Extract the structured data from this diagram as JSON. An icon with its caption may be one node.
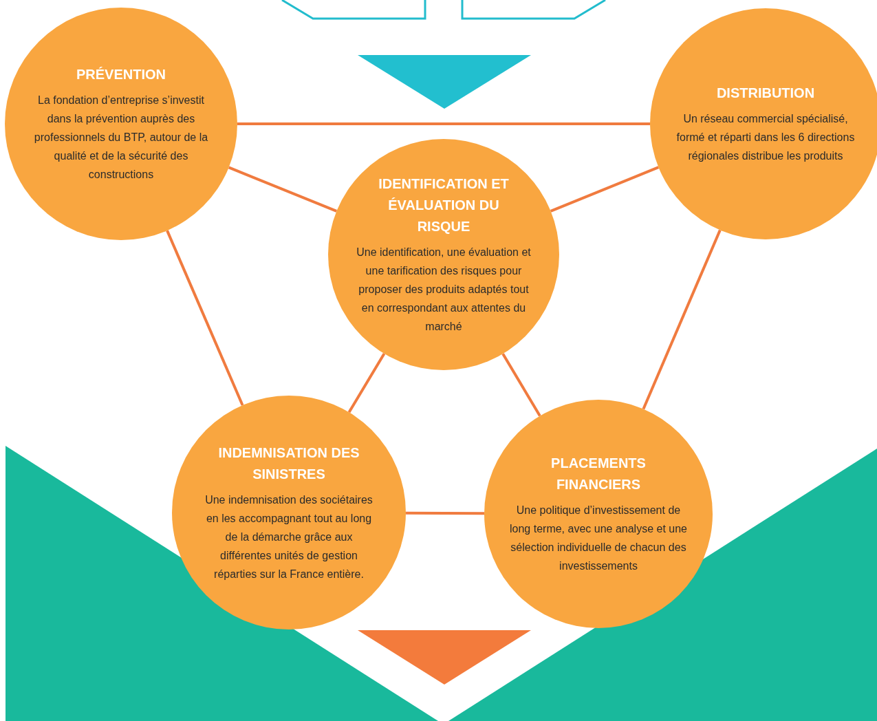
{
  "diagram": {
    "nodes": [
      {
        "text": [
          "PRÉVENTION",
          "La fondation d’entreprise s’investit dans la prévention auprès des professionnels du BTP, autour de la qualité et de la sécurité des constructions"
        ]
      },
      {
        "text": [
          "DISTRIBUTION",
          "Un réseau commercial spécialisé, formé et réparti dans les 6 directions régionales distribue les produits"
        ]
      },
      {
        "text": [
          "IDENTIFICATION ET ÉVALUATION DU RISQUE",
          "Une identification, une évaluation et une tarification des risques pour proposer des produits adaptés tout en correspondant aux attentes du marché"
        ]
      },
      {
        "text": [
          "INDEMNISATION DES SINISTRES",
          "Une indemnisation des sociétaires en les accompagnant tout au long de la démarche grâce aux différentes unités de gestion réparties sur la France entière."
        ]
      },
      {
        "text": [
          "PLACEMENTS FINANCIERS",
          "Une politique d’investissement de long terme, avec une analyse et une sélection individuelle de chacun des investissements"
        ]
      },
      {
        "text": [],
        "shape": "triangle"
      },
      {
        "text": [],
        "shape": "triangle"
      }
    ],
    "edges": [
      {
        "from": 0,
        "to": 1,
        "arrow": "none"
      },
      {
        "from": 0,
        "to": 2,
        "arrow": "none"
      },
      {
        "from": 1,
        "to": 2,
        "arrow": "none"
      },
      {
        "from": 0,
        "to": 3,
        "arrow": "none"
      },
      {
        "from": 1,
        "to": 4,
        "arrow": "none"
      },
      {
        "from": 2,
        "to": 3,
        "arrow": "none"
      },
      {
        "from": 2,
        "to": 4,
        "arrow": "none"
      },
      {
        "from": 3,
        "to": 4,
        "arrow": "none"
      }
    ]
  }
}
